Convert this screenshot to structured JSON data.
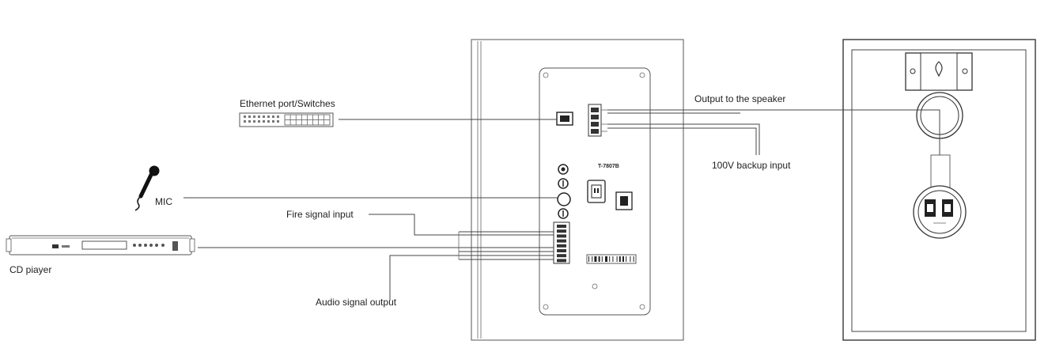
{
  "labels": {
    "ethernet": "Ethernet port/Switches",
    "mic": "MIC",
    "cd_player": "CD piayer",
    "fire_signal": "Fire signal input",
    "audio_output": "Audio signal output",
    "output_speaker": "Output to the speaker",
    "backup_input": "100V backup input",
    "model": "T-7807B"
  },
  "icons": {
    "switch": "network-switch-icon",
    "microphone": "microphone-icon",
    "cd_player": "cd-player-icon",
    "amplifier": "amplifier-back-panel-icon",
    "speaker": "speaker-back-icon"
  },
  "colors": {
    "line": "#444444",
    "text": "#222222"
  }
}
